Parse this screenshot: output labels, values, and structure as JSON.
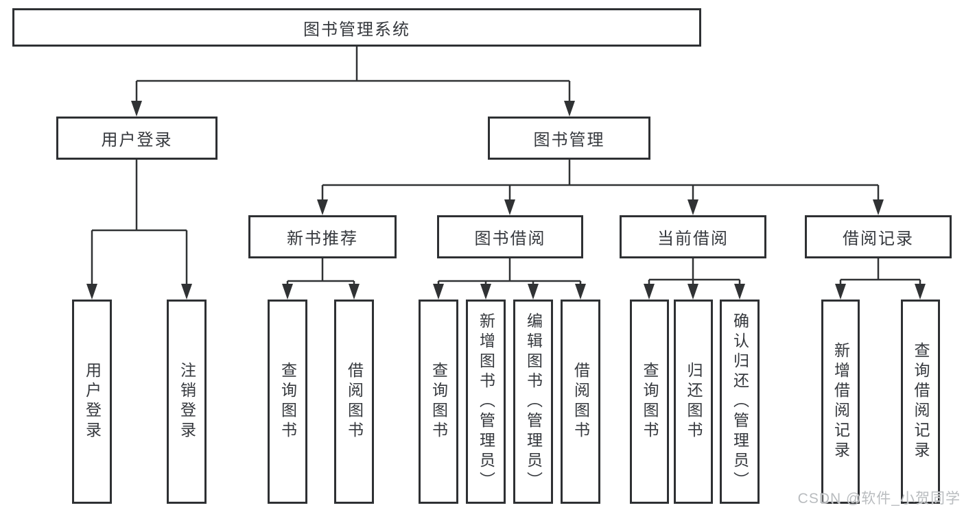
{
  "diagram": {
    "title": "图书管理系统",
    "user_login": {
      "label": "用户登录",
      "children": [
        "用户登录",
        "注销登录"
      ]
    },
    "book_management": {
      "label": "图书管理",
      "sections": {
        "new_book_recommend": {
          "label": "新书推荐",
          "children": [
            "查询图书",
            "借阅图书"
          ]
        },
        "book_borrow": {
          "label": "图书借阅",
          "children": [
            "查询图书",
            "新增图书（管理员）",
            "编辑图书（管理员）",
            "借阅图书"
          ]
        },
        "current_borrow": {
          "label": "当前借阅",
          "children": [
            "查询图书",
            "归还图书",
            "确认归还（管理员）"
          ]
        },
        "borrow_record": {
          "label": "借阅记录",
          "children": [
            "新增借阅记录",
            "查询借阅记录"
          ]
        }
      }
    }
  },
  "watermark": {
    "text": "CSDN @软件_小贺同学"
  },
  "colors": {
    "background": "#ffffff",
    "box_fill": "#ffffff",
    "box_border": "#2e3033",
    "line": "#303234",
    "text": "#35383d",
    "watermark": "#b9bcbf"
  }
}
